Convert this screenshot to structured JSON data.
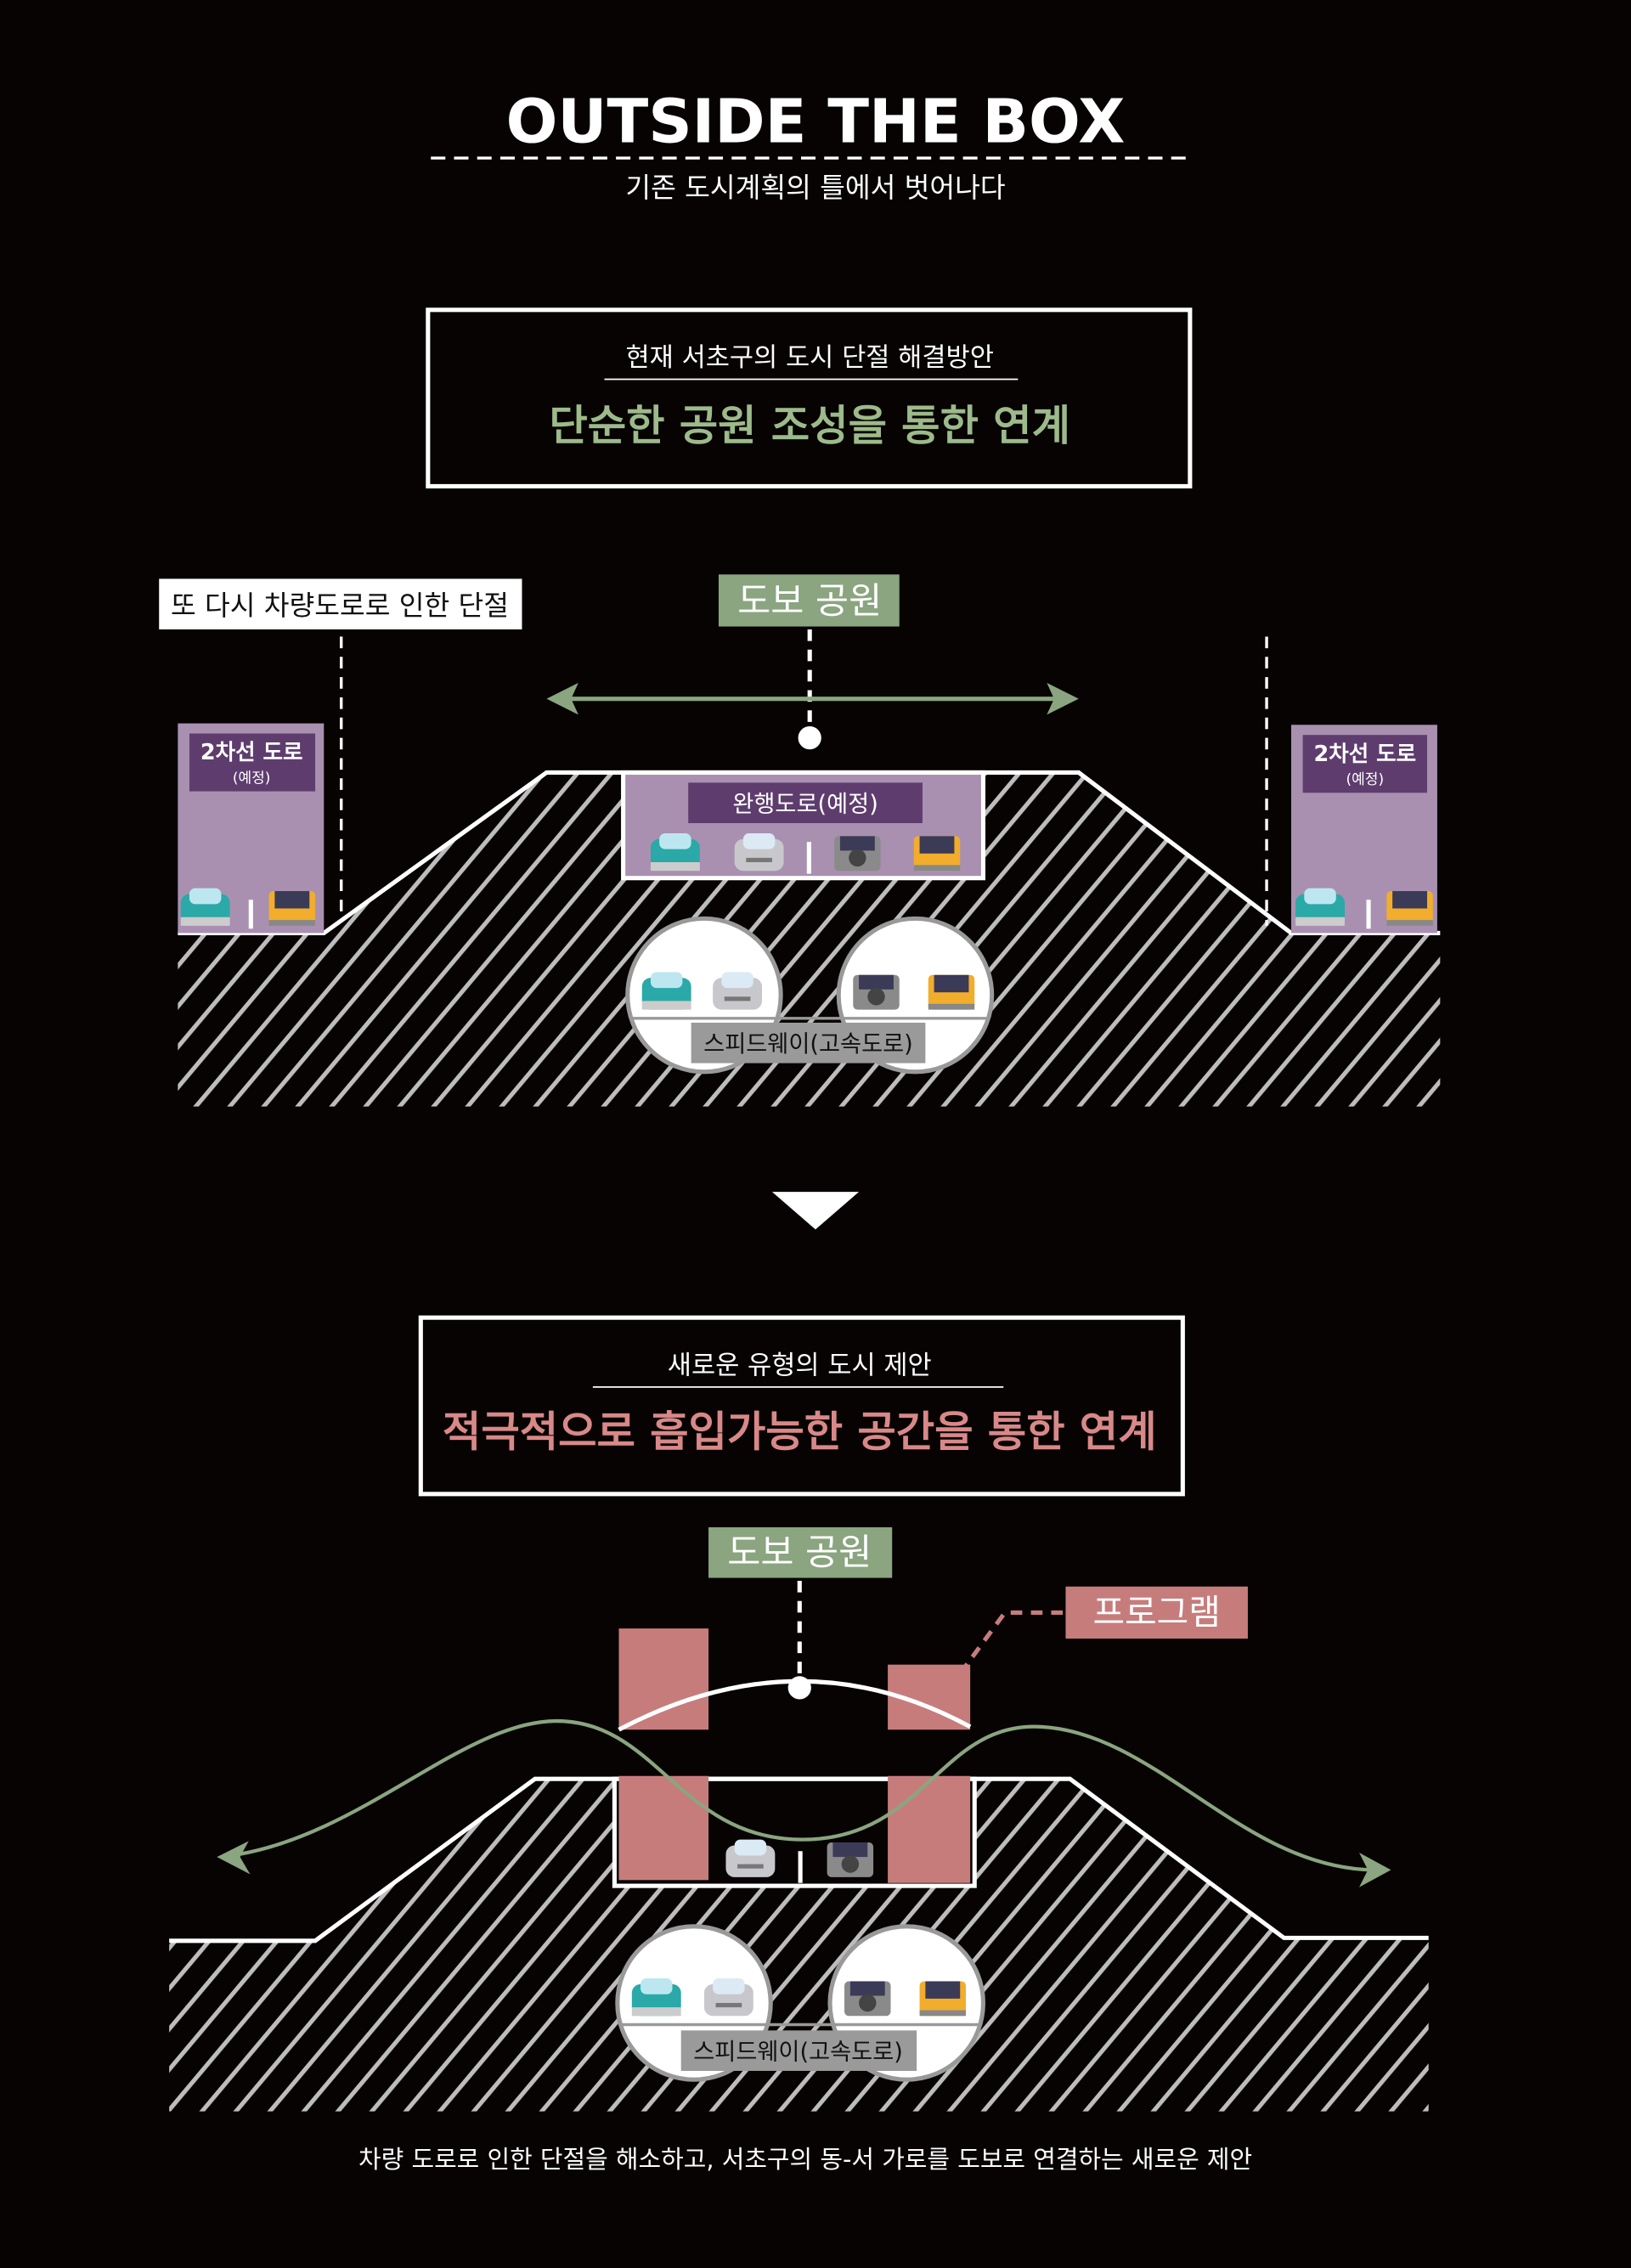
{
  "header": {
    "title": "OUTSIDE THE BOX",
    "subtitle": "기존 도시계획의 틀에서 벗어나다"
  },
  "current": {
    "box_caption": "현재 서초구의 도시 단절 해결방안",
    "box_title": "단순한 공원 조성을 통한 연계",
    "disconnect_label": "또 다시 차량도로로 인한 단절",
    "park_label": "도보 공원",
    "side_road_label": "2차선 도로",
    "side_road_note": "(예정)",
    "slow_road_label": "완행도로(예정)",
    "speedway_label": "스피드웨이(고속도로)"
  },
  "proposal": {
    "box_caption": "새로운 유형의 도시 제안",
    "box_title": "적극적으로 흡입가능한 공간을 통한 연계",
    "park_label": "도보 공원",
    "program_label": "프로그램",
    "speedway_label": "스피드웨이(고속도로)"
  },
  "footer": {
    "text": "차량 도로로 인한 단절을 해소하고, 서초구의 동-서 가로를 도보로 연결하는 새로운 제안"
  },
  "colors": {
    "background": "#070303",
    "green": "#8aa57f",
    "pink": "#c77c7c",
    "purple": "#a990b0",
    "dark_purple": "#5e3d6e"
  }
}
